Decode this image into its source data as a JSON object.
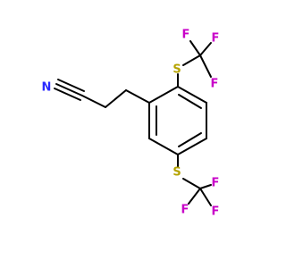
{
  "structure": {
    "atoms": {
      "n": "N",
      "s1": "S",
      "s2": "S",
      "f1": "F",
      "f2": "F",
      "f3": "F",
      "f4": "F",
      "f5": "F",
      "f6": "F"
    }
  },
  "colors": {
    "bond": "#000000",
    "nitrogen": "#2a2aff",
    "sulfur": "#b5a300",
    "fluorine": "#c800c8"
  }
}
